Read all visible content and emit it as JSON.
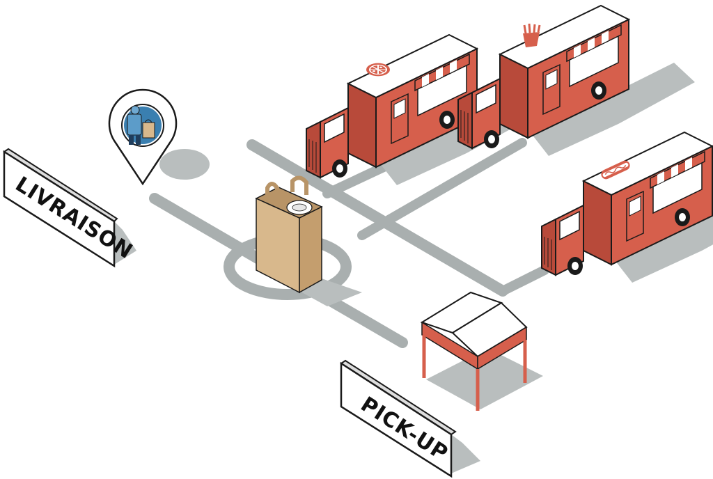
{
  "signs": {
    "delivery_label": "LIVRAISON",
    "pickup_label": "PICK-UP"
  },
  "trucks": [
    {
      "id": "pizza",
      "icon": "pizza-icon"
    },
    {
      "id": "fries",
      "icon": "fries-icon"
    },
    {
      "id": "hotdog",
      "icon": "hotdog-icon"
    }
  ],
  "icons": {
    "delivery_pin": "location-pin-icon",
    "courier": "delivery-person-icon",
    "bag": "paper-bag-icon",
    "tent": "pickup-tent-icon"
  },
  "colors": {
    "truck_red": "#d65f4c",
    "truck_dark": "#b84a3a",
    "roof_white": "#ffffff",
    "road_gray": "#a9afaf",
    "shadow_gray": "#b9bebe",
    "bag_kraft": "#d8b88c",
    "outline": "#1a1a1a"
  }
}
